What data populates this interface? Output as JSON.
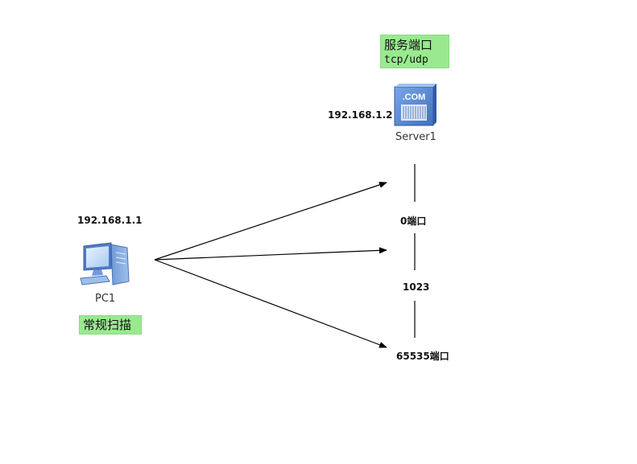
{
  "server": {
    "note_title": "服务端口",
    "note_subtitle": "tcp/udp",
    "ip": "192.168.1.2",
    "name": "Server1",
    "icon_text": ".COM"
  },
  "pc": {
    "ip": "192.168.1.1",
    "name": "PC1",
    "note": "常规扫描"
  },
  "ports": {
    "start": "0端口",
    "middle": "1023",
    "end": "65535端口"
  },
  "colors": {
    "note_bg": "#99ea8f",
    "icon_blue": "#5b8fd6",
    "line": "#000000"
  }
}
